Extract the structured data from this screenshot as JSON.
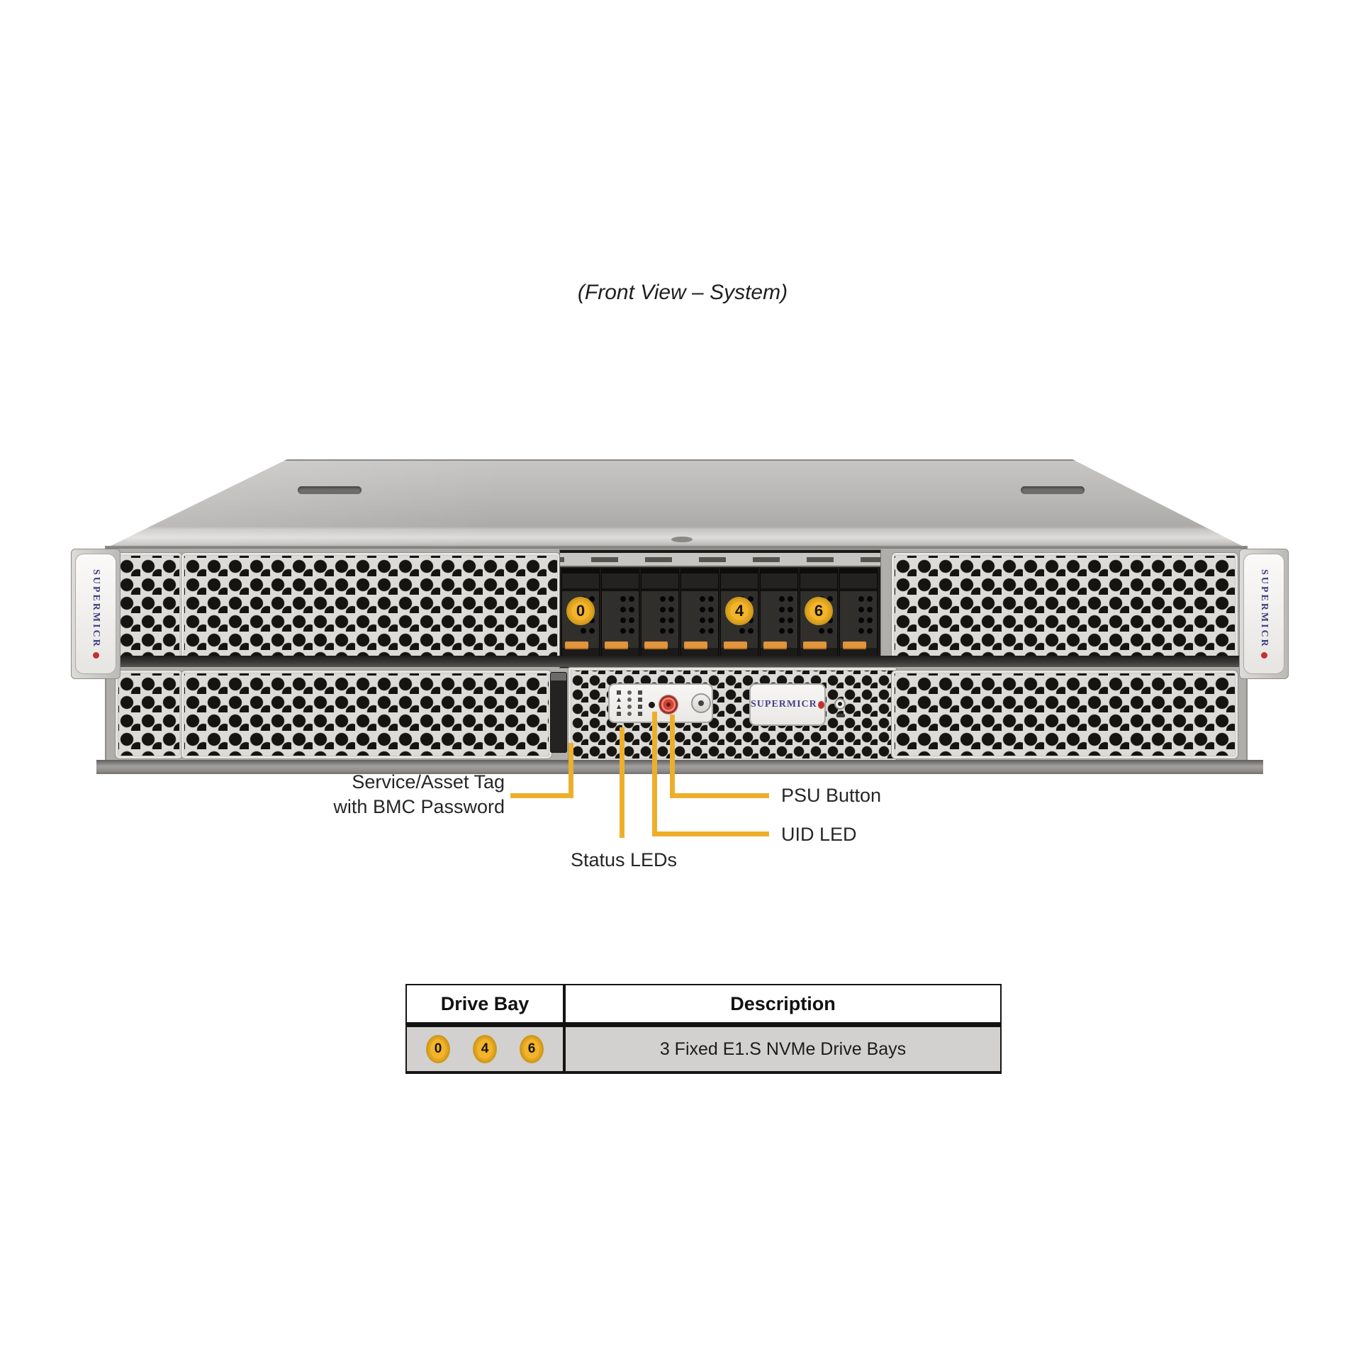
{
  "title": "(Front View – System)",
  "branding": {
    "ear_text": "SUPERMICR",
    "logo_text": "SUPERMICR"
  },
  "chassis": {
    "drive_bay_badges": [
      "0",
      "4",
      "6"
    ]
  },
  "callouts": {
    "service_tag_line1": "Service/Asset Tag",
    "service_tag_line2": "with BMC Password",
    "status_leds": "Status LEDs",
    "psu_button": "PSU Button",
    "uid_led": "UID LED"
  },
  "table": {
    "headers": [
      "Drive Bay",
      "Description"
    ],
    "row": {
      "badges": [
        "0",
        "4",
        "6"
      ],
      "description": "3 Fixed E1.S NVMe Drive Bays"
    }
  },
  "colors": {
    "accent_yellow": "#EDAF2B",
    "badge_fill": "#F3B42C",
    "badge_border": "#CF9A1D",
    "logo_navy": "#453F8C",
    "brand_red": "#C4302E",
    "psu_red": "#CC4437"
  }
}
